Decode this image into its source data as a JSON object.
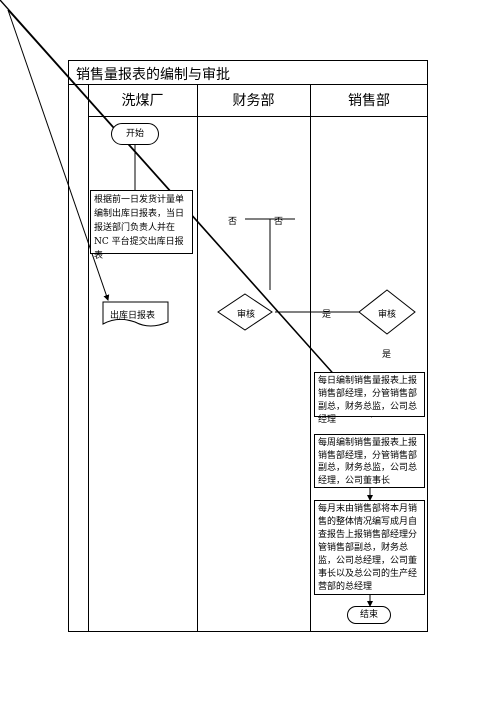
{
  "title": "销售量报表的编制与审批",
  "lanes": [
    "洗煤厂",
    "财务部",
    "销售部"
  ],
  "nodes": {
    "start": "开始",
    "daily_process": "根据前一日发货计量单编制出库日报表，当日报送部门负责人并在 NC 平台提交出库日报表",
    "daily_report": "出库日报表",
    "review_finance": "审核",
    "review_sales": "审核",
    "daily_sales": "每日编制销售量报表上报销售部经理，分管销售部副总，财务总监，公司总经理",
    "weekly_sales": "每周编制销售量报表上报销售部经理，分管销售部副总，财务总监，公司总经理，公司董事长",
    "monthly_sales": "每月末由销售部将本月销售的整体情况编写成月自查报告上报销售部经理分管销售部副总，财务总监，公司总经理，公司董事长以及总公司的生产经营部的总经理",
    "end": "结束"
  },
  "edge_labels": {
    "no_1": "否",
    "no_2": "否",
    "yes_1": "是",
    "yes_2": "是"
  }
}
